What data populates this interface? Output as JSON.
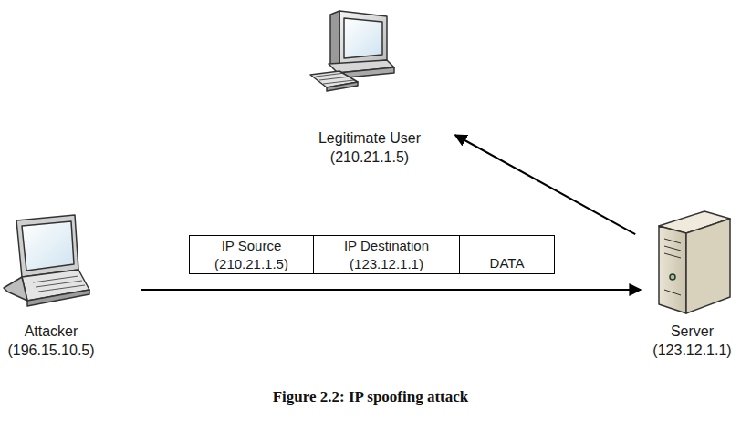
{
  "diagram": {
    "caption": "Figure 2.2: IP spoofing attack",
    "nodes": [
      {
        "text": [
          "Legitimate User",
          "(210.21.1.5)"
        ]
      },
      {
        "text": [
          "Attacker",
          "(196.15.10.5)"
        ]
      },
      {
        "text": [
          "IP Source",
          "(210.21.1.5)"
        ]
      },
      {
        "text": [
          "IP Destination",
          "(123.12.1.1)"
        ]
      },
      {
        "text": [
          "DATA"
        ]
      },
      {
        "text": [
          "Server",
          "(123.12.1.1)"
        ]
      }
    ],
    "edges": [
      {
        "from": 1,
        "to": 5,
        "arrow": "to"
      },
      {
        "from": 5,
        "to": 0,
        "arrow": "to"
      }
    ]
  }
}
